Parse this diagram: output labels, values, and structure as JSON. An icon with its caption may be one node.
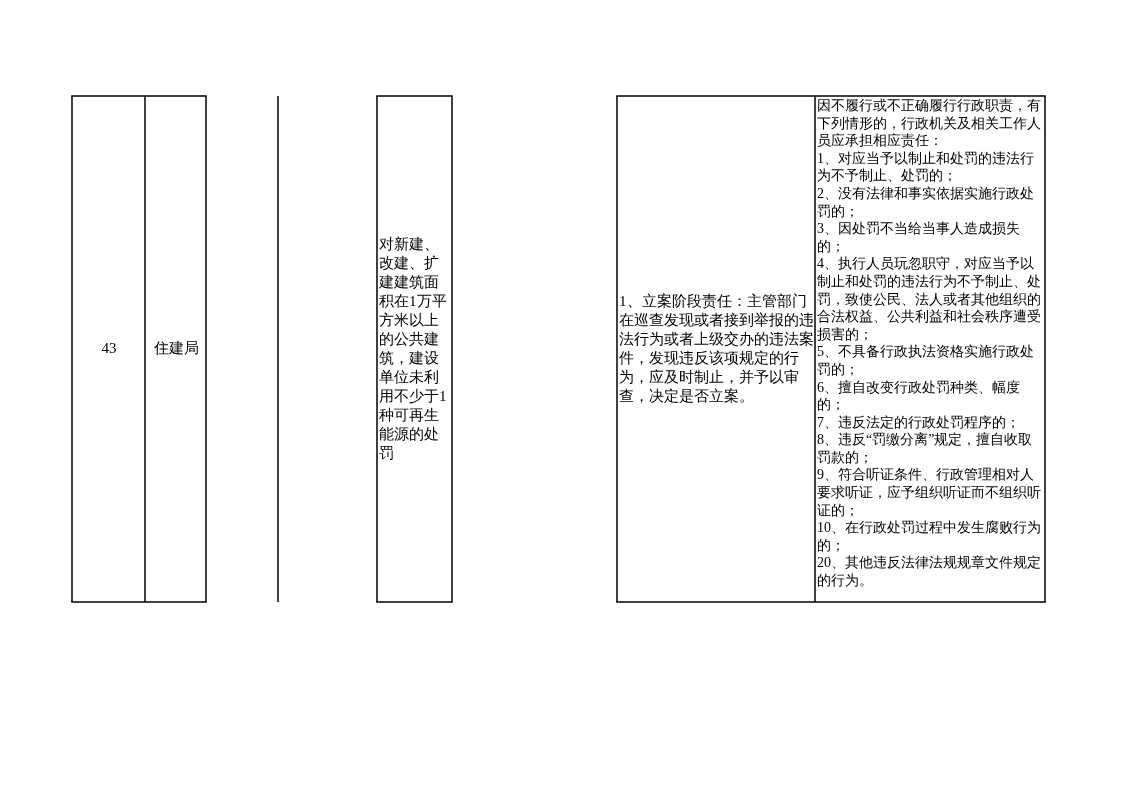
{
  "diagram": {
    "labels": [
      "43",
      "住建局",
      "对新建、改建、扩建建筑面积在1万平方米以上的公共建筑，建设单位未利用不少于1种可再生能源的处罚",
      "1、立案阶段责任：主管部门在巡查发现或者接到举报的违法行为或者上级交办的违法案件，发现违反该项规定的行为，应及时制止，并予以审查，决定是否立案。",
      "因不履行或不正确履行行政职责，有下列情形的，行政机关及相关工作人员应承担相应责任：",
      "1、对应当予以制止和处罚的违法行为不予制止、处罚的；",
      "2、没有法律和事实依据实施行政处罚的；",
      "3、因处罚不当给当事人造成损失的；",
      "4、执行人员玩忽职守，对应当予以制止和处罚的违法行为不予制止、处罚，致使公民、法人或者其他组织的合法权益、公共利益和社会秩序遭受损害的；",
      "5、不具备行政执法资格实施行政处罚的；",
      "6、擅自改变行政处罚种类、幅度的；",
      "7、违反法定的行政处罚程序的；",
      "8、违反“罚缴分离”规定，擅自收取罚款的；",
      "9、符合听证条件、行政管理相对人要求听证，应予组织听证而不组织听证的；",
      "10、在行政处罚过程中发生腐败行为的；",
      "20、其他违反法律法规规章文件规定的行为。"
    ]
  }
}
